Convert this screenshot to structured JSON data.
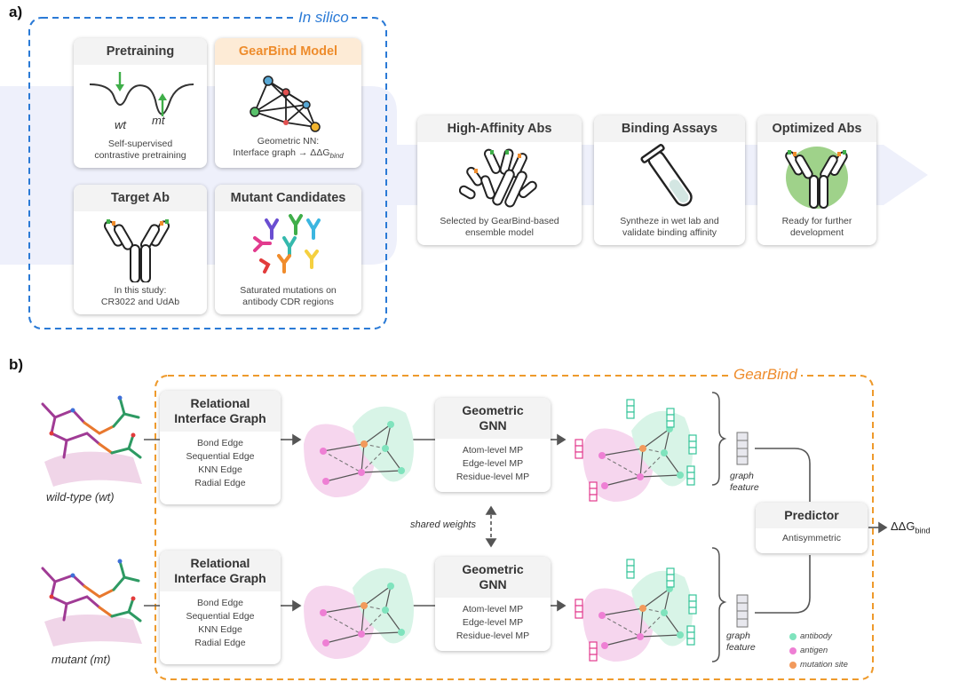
{
  "panel_a": {
    "label": "a)",
    "region_label": "In silico",
    "cards": [
      {
        "title": "Pretraining",
        "desc": [
          "Self-supervised",
          "contrastive pretraining"
        ],
        "icon": "energy-wells-icon",
        "sub_labels": [
          "wt",
          "mt"
        ]
      },
      {
        "title": "GearBind Model",
        "desc": [
          "Geometric NN:",
          "Interface graph → ΔΔG"
        ],
        "desc_sub": "bind",
        "icon": "graph-network-icon"
      },
      {
        "title": "Target Ab",
        "desc": [
          "In this study:",
          "CR3022 and UdAb"
        ],
        "icon": "antibody-icon"
      },
      {
        "title": "Mutant Candidates",
        "desc": [
          "Saturated mutations on",
          "antibody CDR regions"
        ],
        "icon": "antibody-variants-icon"
      },
      {
        "title": "High-Affinity Abs",
        "desc": [
          "Selected by GearBind-based",
          "ensemble model"
        ],
        "icon": "antibody-pile-icon"
      },
      {
        "title": "Binding Assays",
        "desc": [
          "Syntheze in wet lab and",
          "validate binding affinity"
        ],
        "icon": "test-tube-icon"
      },
      {
        "title": "Optimized Abs",
        "desc": [
          "Ready for further",
          "development"
        ],
        "icon": "optimized-antibody-icon"
      }
    ]
  },
  "panel_b": {
    "label": "b)",
    "region_label": "GearBind",
    "wt_label": "wild-type (wt)",
    "mt_label": "mutant (mt)",
    "graph_box": {
      "title": [
        "Relational",
        "Interface Graph"
      ],
      "items": [
        "Bond Edge",
        "Sequential Edge",
        "KNN Edge",
        "Radial Edge"
      ]
    },
    "gnn_box": {
      "title": [
        "Geometric",
        "GNN"
      ],
      "items": [
        "Atom-level MP",
        "Edge-level MP",
        "Residue-level MP"
      ]
    },
    "shared_weights": "shared weights",
    "graph_feature": [
      "graph",
      "feature"
    ],
    "predictor": {
      "title": "Predictor",
      "item": "Antisymmetric"
    },
    "output": {
      "main": "ΔΔG",
      "sub": "bind"
    },
    "legend": [
      {
        "label": "antibody",
        "color": "#7fe3bd"
      },
      {
        "label": "antigen",
        "color": "#ee7fd4"
      },
      {
        "label": "mutation site",
        "color": "#f29a5c"
      }
    ]
  },
  "colors": {
    "insilico_border": "#2a7ad6",
    "gearbind_border": "#ee9a2c",
    "accent_orange": "#ee8c2c",
    "flow_arrow": "#eef0fb"
  }
}
